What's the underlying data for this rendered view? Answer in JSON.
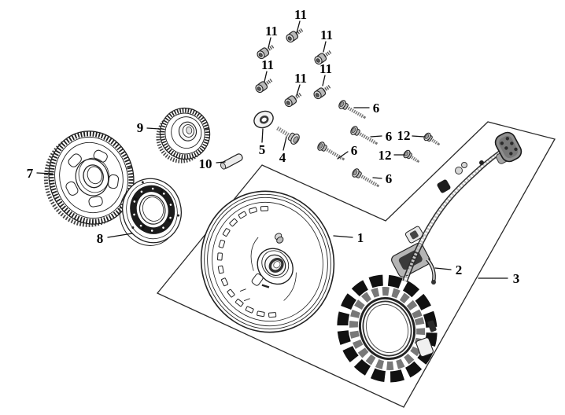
{
  "diagram": {
    "colors": {
      "background": "#ffffff",
      "line": "#222222",
      "label": "#000000",
      "stator_dark": "#111111",
      "metal_gray": "#bbbbbb"
    },
    "callouts": [
      {
        "text": "1"
      },
      {
        "text": "2"
      },
      {
        "text": "3"
      },
      {
        "text": "4"
      },
      {
        "text": "5"
      },
      {
        "text": "6"
      },
      {
        "text": "6"
      },
      {
        "text": "6"
      },
      {
        "text": "6"
      },
      {
        "text": "7"
      },
      {
        "text": "8"
      },
      {
        "text": "9"
      },
      {
        "text": "10"
      },
      {
        "text": "11"
      },
      {
        "text": "11"
      },
      {
        "text": "11"
      },
      {
        "text": "11"
      },
      {
        "text": "11"
      },
      {
        "text": "11"
      },
      {
        "text": "12"
      },
      {
        "text": "12"
      }
    ]
  }
}
